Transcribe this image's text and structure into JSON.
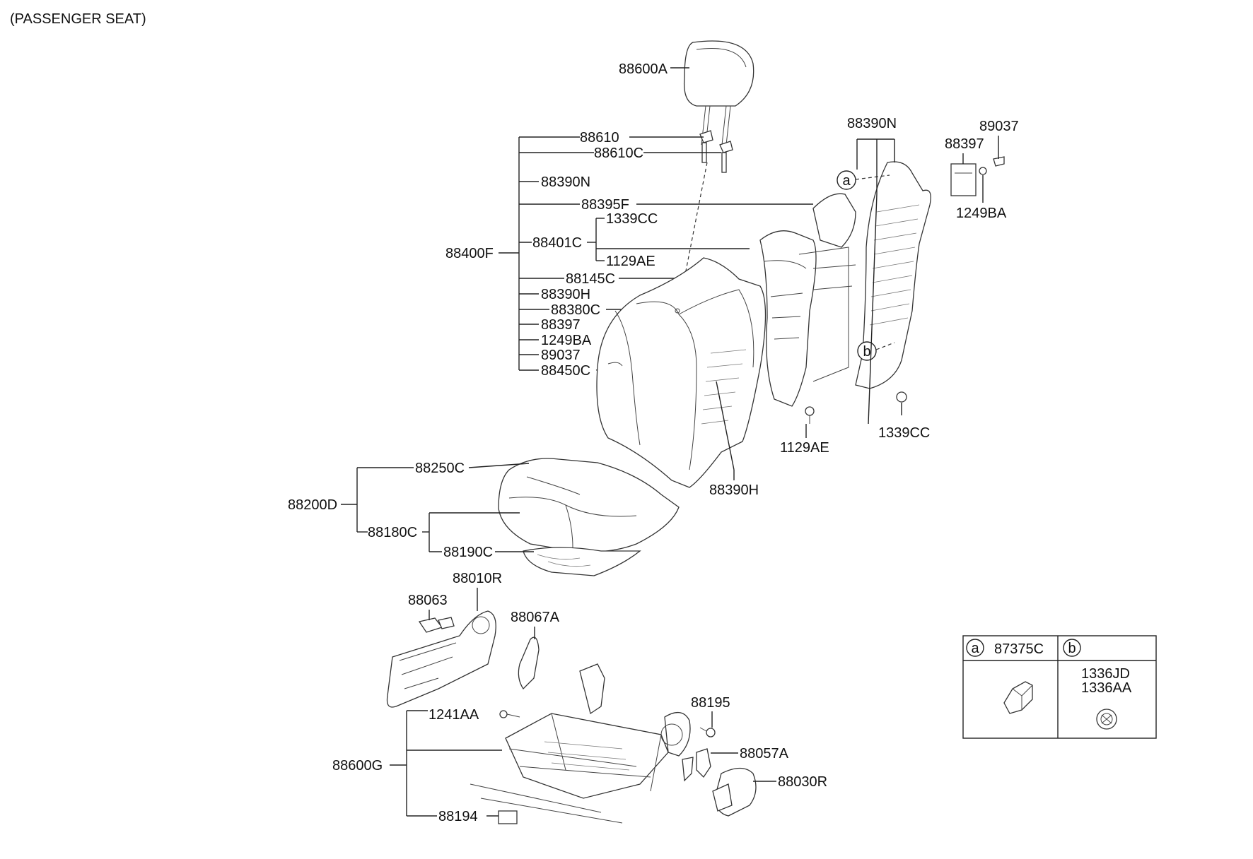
{
  "title": "(PASSENGER SEAT)",
  "labels": {
    "p88600A": "88600A",
    "p88610": "88610",
    "p88610C": "88610C",
    "p88390N_l": "88390N",
    "p88395F": "88395F",
    "p1339CC_l": "1339CC",
    "p88401C": "88401C",
    "p88400F": "88400F",
    "p1129AE_l": "1129AE",
    "p88145C": "88145C",
    "p88390H_l": "88390H",
    "p88380C": "88380C",
    "p88397_l": "88397",
    "p1249BA_l": "1249BA",
    "p89037_l": "89037",
    "p88450C": "88450C",
    "p88390N_r": "88390N",
    "p89037_r": "89037",
    "p88397_r": "88397",
    "p1249BA_r": "1249BA",
    "p1129AE_r": "1129AE",
    "p1339CC_r": "1339CC",
    "p88390H_r": "88390H",
    "p88250C": "88250C",
    "p88200D": "88200D",
    "p88180C": "88180C",
    "p88190C": "88190C",
    "p88010R": "88010R",
    "p88063": "88063",
    "p88067A": "88067A",
    "p1241AA": "1241AA",
    "p88600G": "88600G",
    "p88194": "88194",
    "p88195": "88195",
    "p88057A": "88057A",
    "p88030R": "88030R",
    "callout_a": "a",
    "callout_b": "b"
  },
  "legend": {
    "a_letter": "a",
    "a_part": "87375C",
    "b_letter": "b",
    "b_part1": "1336JD",
    "b_part2": "1336AA"
  }
}
